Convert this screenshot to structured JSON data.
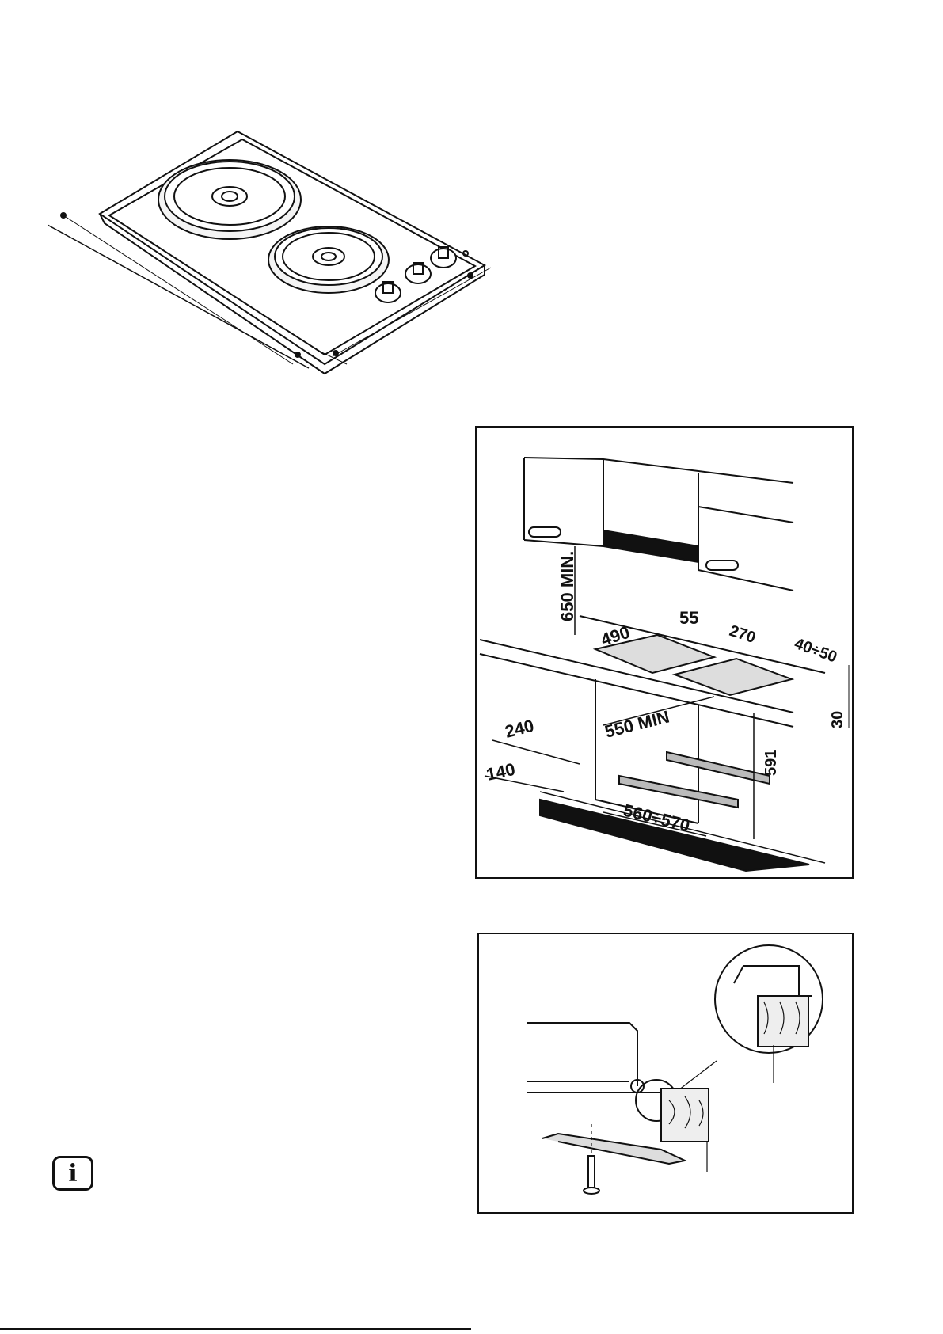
{
  "figures": {
    "hob_view": {
      "name": "hob-dimension-drawing"
    },
    "installation": {
      "labels": {
        "clearance": "650 MIN.",
        "cutout_depth": "490",
        "gap": "55",
        "cutout_width": "270",
        "rear_gap": "40÷50",
        "worktop": "30",
        "side_depth": "240",
        "front_offset": "140",
        "cabinet_depth": "550 MIN",
        "height": "591",
        "width_range": "560÷570"
      }
    },
    "clamp_detail": {
      "name": "clamp-fixing-detail"
    }
  },
  "info_icon": {
    "glyph": "i"
  }
}
